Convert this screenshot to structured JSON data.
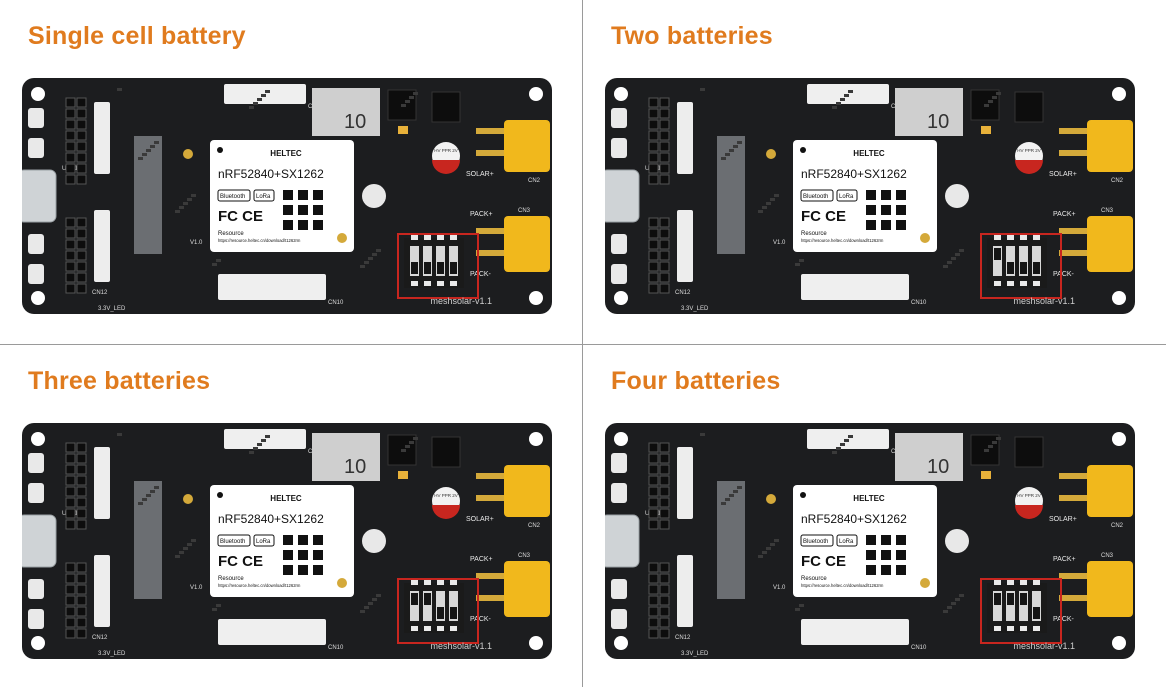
{
  "panels": [
    {
      "title": "Single cell battery",
      "switches_on": [
        false,
        false,
        false,
        false
      ]
    },
    {
      "title": "Two batteries",
      "switches_on": [
        true,
        false,
        false,
        false
      ]
    },
    {
      "title": "Three batteries",
      "switches_on": [
        true,
        true,
        false,
        false
      ]
    },
    {
      "title": "Four batteries",
      "switches_on": [
        true,
        true,
        true,
        false
      ]
    }
  ],
  "board": {
    "module_brand": "HELTEC",
    "module_chip": "nRF52840+SX1262",
    "badge_bluetooth": "Bluetooth",
    "badge_lora": "LoRa",
    "fcc_ce": "FC CE",
    "resource_label": "Resource",
    "resource_url": "https://resource.heltec.cn/download/t1262rm",
    "version": "V1.0",
    "label_usb": "USB1",
    "label_solar": "SOLAR+",
    "label_pack_plus": "PACK+",
    "label_pack_minus": "PACK-",
    "label_cn2": "CN2",
    "label_cn3": "CN3",
    "label_cn5": "CN5",
    "label_cn10": "CN10",
    "label_cn12": "CN12",
    "label_led": "3.3V_LED",
    "label_version": "meshsolar-v1.1",
    "label_battery_clip": "10",
    "fuse_text": "HV PPR 2V"
  },
  "colors": {
    "title": "#e07b1e",
    "pcb": "#1c1d1f",
    "highlight": "#c8261f",
    "connector": "#f1b81c",
    "module": "#ffffff"
  }
}
